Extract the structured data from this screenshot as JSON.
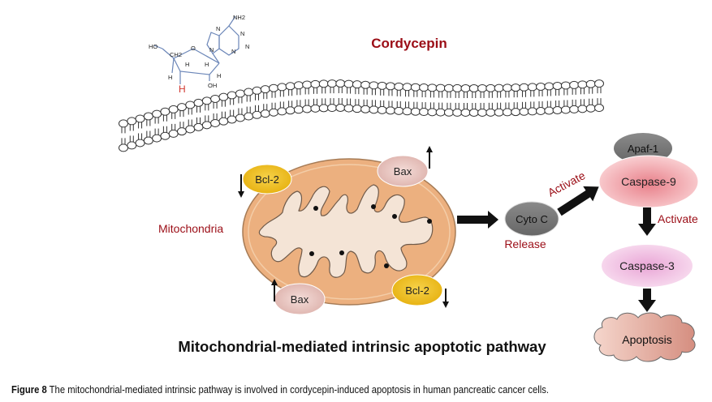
{
  "drug": {
    "name": "Cordycepin",
    "structure_atoms": {
      "nh2": "NH2",
      "n1": "N",
      "n2": "N",
      "n3": "N",
      "n4": "N",
      "n5": "N",
      "ho": "HO",
      "ch2": "CH2",
      "o": "O",
      "h_left": "H",
      "h_top1": "H",
      "h_top2": "H",
      "h_right": "H",
      "h_red": "H",
      "oh": "OH"
    }
  },
  "organelle": {
    "label": "Mitochondria"
  },
  "proteins": {
    "bcl2_top": {
      "label": "Bcl-2",
      "change": "down"
    },
    "bax_top": {
      "label": "Bax",
      "change": "up"
    },
    "bax_bottom": {
      "label": "Bax",
      "change": "up"
    },
    "bcl2_bottom": {
      "label": "Bcl-2",
      "change": "down"
    },
    "cyto_c": {
      "label": "Cyto C"
    },
    "apaf1": {
      "label": "Apaf-1"
    },
    "caspase9": {
      "label": "Caspase-9"
    },
    "caspase3": {
      "label": "Caspase-3"
    },
    "apoptosis": {
      "label": "Apoptosis"
    }
  },
  "edges": {
    "release": "Release",
    "activate1": "Activate",
    "activate2": "Activate"
  },
  "diagram_title": "Mitochondrial-mediated intrinsic apoptotic pathway",
  "caption": {
    "label": "Figure 8",
    "text": " The mitochondrial-mediated intrinsic pathway is involved in cordycepin-induced apoptosis in human pancreatic cancer cells."
  },
  "colors": {
    "accent_red": "#9b0d16",
    "bcl2": "#f0c21a",
    "bax": "#e8c4c0",
    "mito_outer": "#ecb07f",
    "mito_inner": "#f4e4d6",
    "cyto_gray": "#7a7a7a",
    "caspase9": "#f0a8ae",
    "caspase3": "#f2c6e6",
    "apoptosis": "#e7b0a4"
  }
}
